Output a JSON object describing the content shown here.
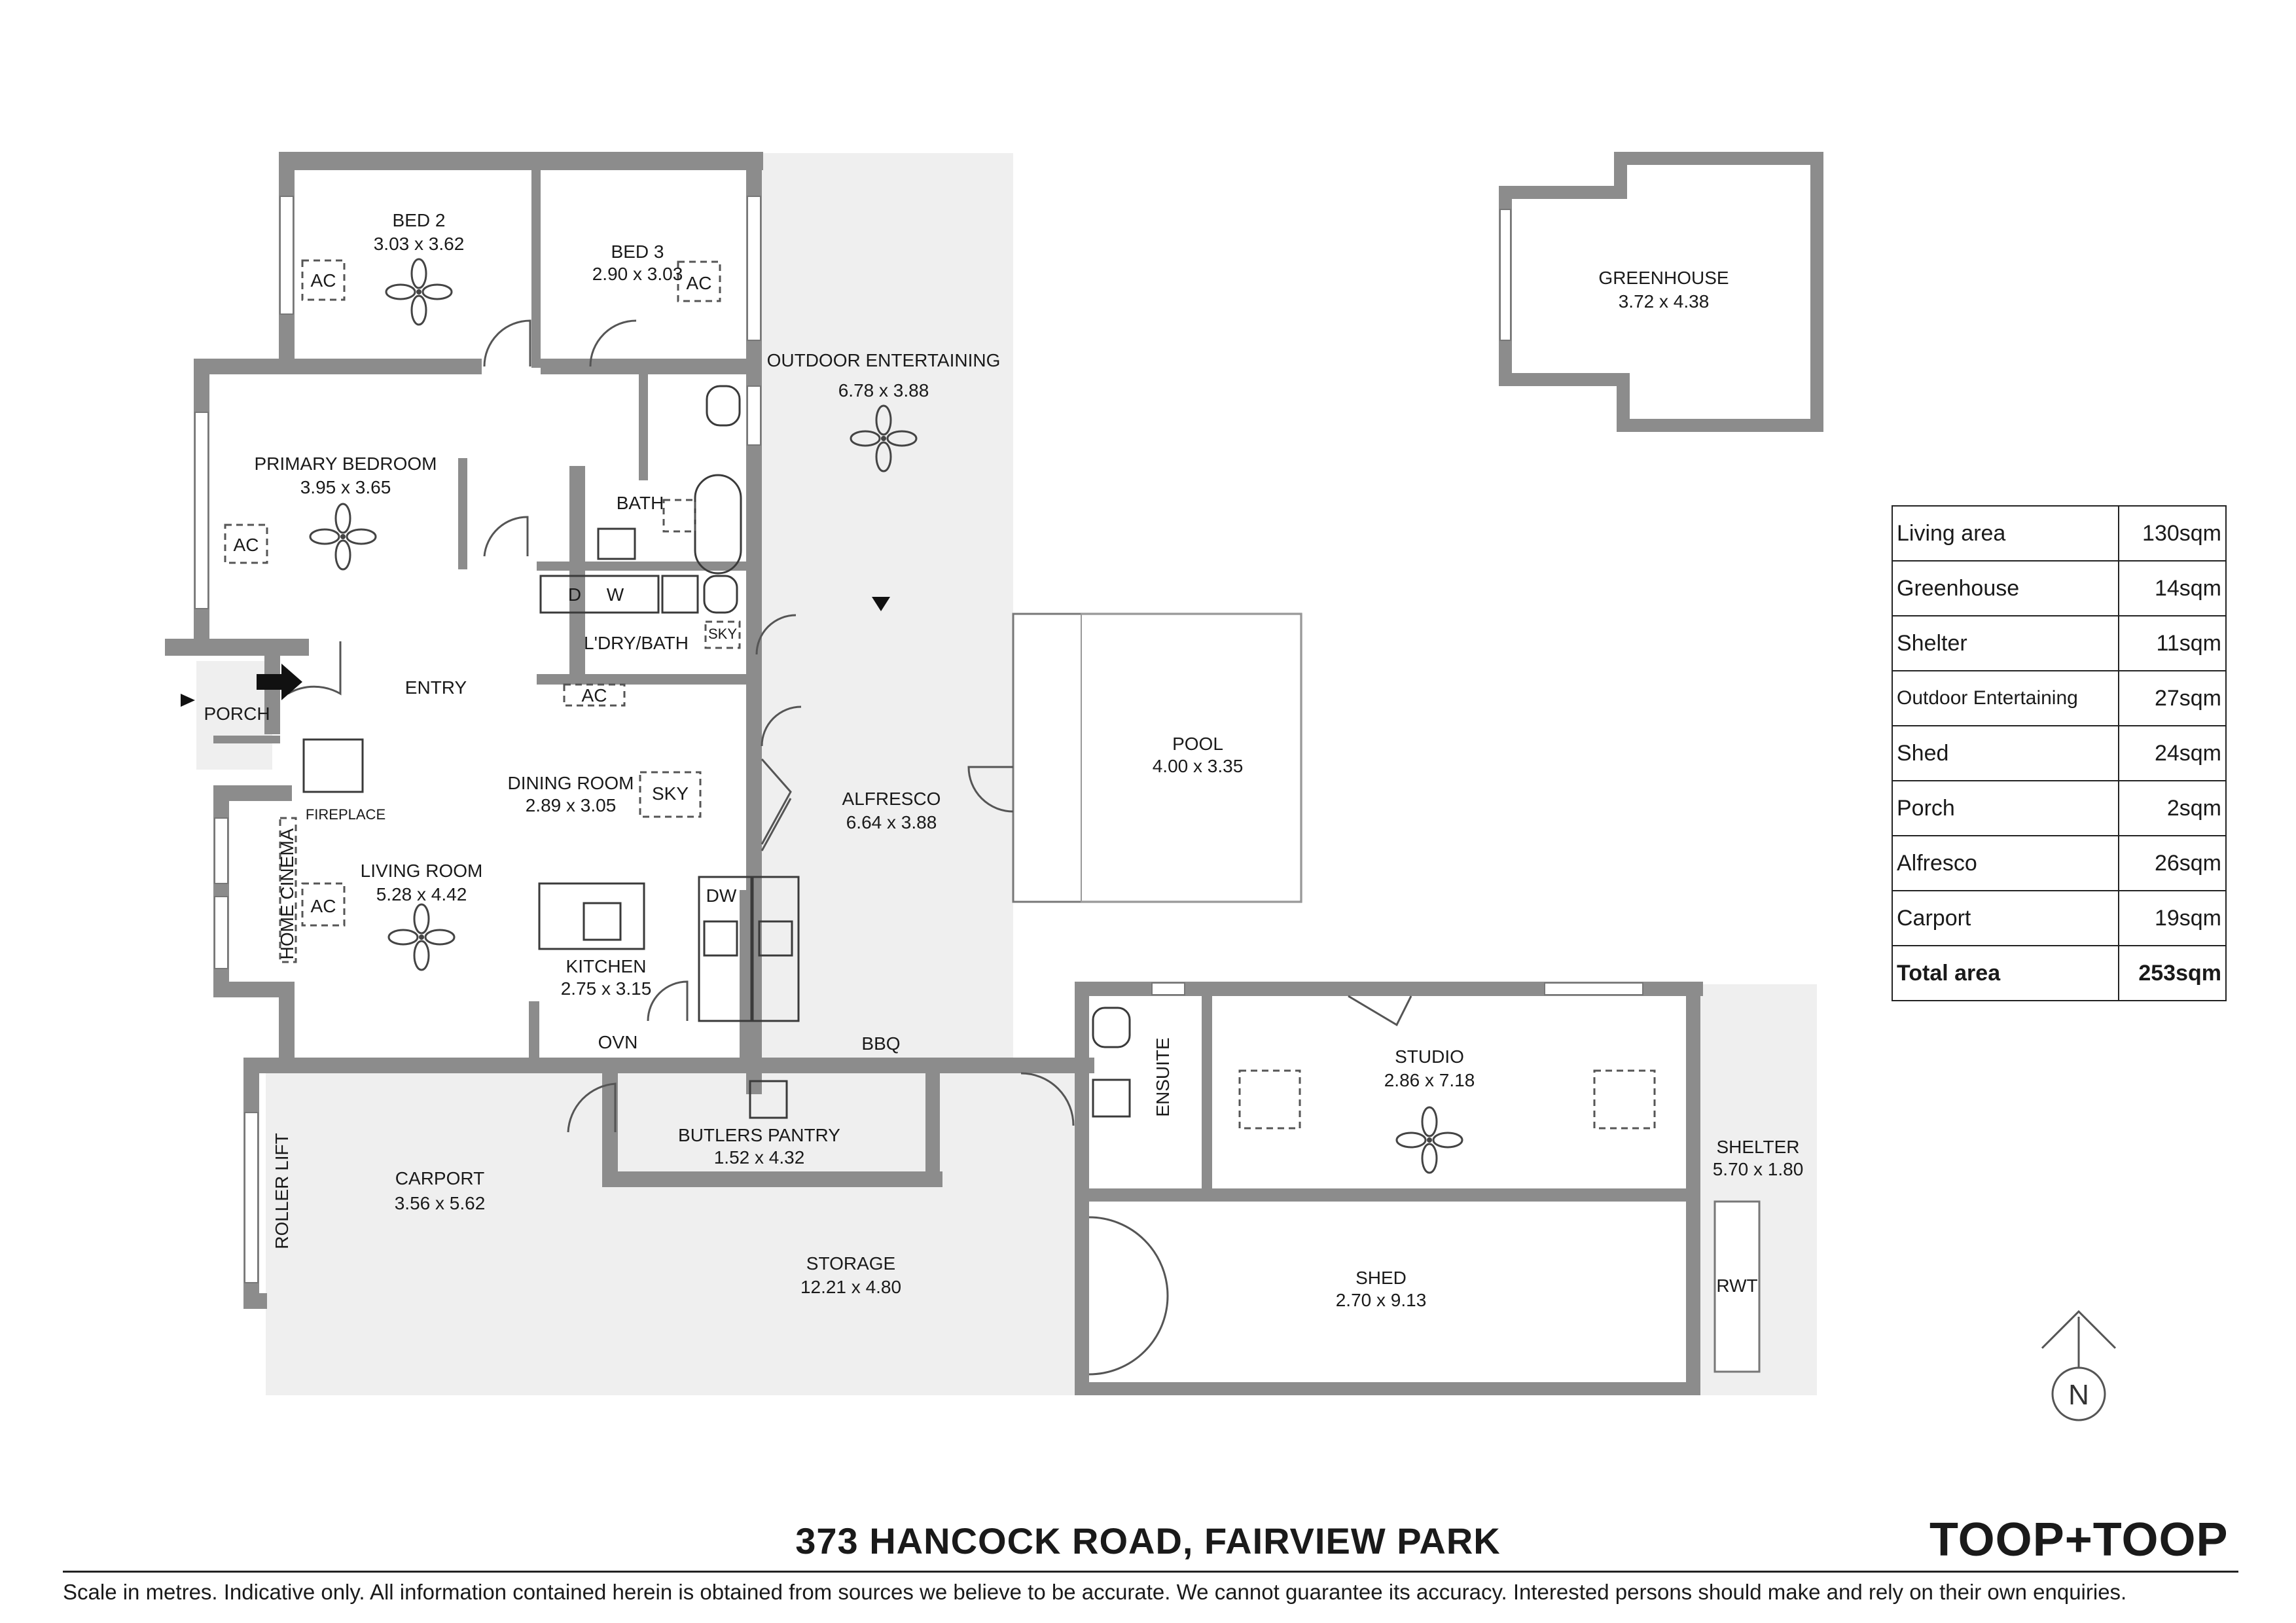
{
  "rooms": {
    "bed2": {
      "name": "BED 2",
      "dims": "3.03 x 3.62"
    },
    "bed3": {
      "name": "BED 3",
      "dims": "2.90 x 3.03"
    },
    "primary": {
      "name": "PRIMARY BEDROOM",
      "dims": "3.95 x 3.65"
    },
    "outdoor": {
      "name": "OUTDOOR ENTERTAINING",
      "dims": "6.78 x 3.88"
    },
    "greenhouse": {
      "name": "GREENHOUSE",
      "dims": "3.72 x 4.38"
    },
    "bath": {
      "name": "BATH"
    },
    "laundry": {
      "name": "L'DRY/BATH"
    },
    "entry": {
      "name": "ENTRY"
    },
    "porch": {
      "name": "PORCH"
    },
    "dining": {
      "name": "DINING ROOM",
      "dims": "2.89 x 3.05"
    },
    "alfresco": {
      "name": "ALFRESCO",
      "dims": "6.64 x 3.88"
    },
    "pool": {
      "name": "POOL",
      "dims": "4.00 x 3.35"
    },
    "living": {
      "name": "LIVING ROOM",
      "dims": "5.28 x 4.42"
    },
    "kitchen": {
      "name": "KITCHEN",
      "dims": "2.75 x 3.15"
    },
    "home_cinema": {
      "name": "HOME CINEMA"
    },
    "fireplace": {
      "name": "FIREPLACE"
    },
    "ensuite": {
      "name": "ENSUITE"
    },
    "studio": {
      "name": "STUDIO",
      "dims": "2.86 x 7.18"
    },
    "shelter": {
      "name": "SHELTER",
      "dims": "5.70 x 1.80"
    },
    "carport": {
      "name": "CARPORT",
      "dims": "3.56 x 5.62"
    },
    "roller_lift": {
      "name": "ROLLER LIFT"
    },
    "butlers": {
      "name": "BUTLERS PANTRY",
      "dims": "1.52 x 4.32"
    },
    "storage": {
      "name": "STORAGE",
      "dims": "12.21 x 4.80"
    },
    "shed": {
      "name": "SHED",
      "dims": "2.70 x 9.13"
    }
  },
  "fixtures": {
    "ac": "AC",
    "sky": "SKY",
    "dryer": "D",
    "washer": "W",
    "dishwasher": "DW",
    "oven": "OVN",
    "bbq": "BBQ",
    "rwt": "RWT",
    "north": "N"
  },
  "area_table": {
    "rows": [
      {
        "label": "Living area",
        "value": "130sqm"
      },
      {
        "label": "Greenhouse",
        "value": "14sqm"
      },
      {
        "label": "Shelter",
        "value": "11sqm"
      },
      {
        "label": "Outdoor Entertaining",
        "value": "27sqm"
      },
      {
        "label": "Shed",
        "value": "24sqm"
      },
      {
        "label": "Porch",
        "value": "2sqm"
      },
      {
        "label": "Alfresco",
        "value": "26sqm"
      },
      {
        "label": "Carport",
        "value": "19sqm"
      },
      {
        "label": "Total area",
        "value": "253sqm"
      }
    ]
  },
  "footer": {
    "address": "373 HANCOCK ROAD, FAIRVIEW PARK",
    "brand": "TOOP+TOOP",
    "disclaimer": "Scale in metres. Indicative only. All information contained herein is obtained from sources we believe to be accurate. We cannot guarantee its accuracy. Interested persons should make and rely on their own enquiries."
  }
}
